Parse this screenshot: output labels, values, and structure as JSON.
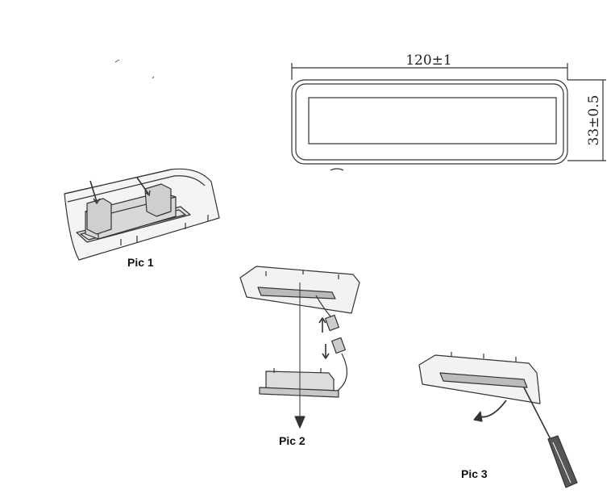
{
  "dimensions": {
    "width_label": "120±1",
    "height_label": "33±0.5"
  },
  "steps": [
    {
      "label": "Pic 1"
    },
    {
      "label": "Pic 2"
    },
    {
      "label": "Pic 3"
    }
  ]
}
